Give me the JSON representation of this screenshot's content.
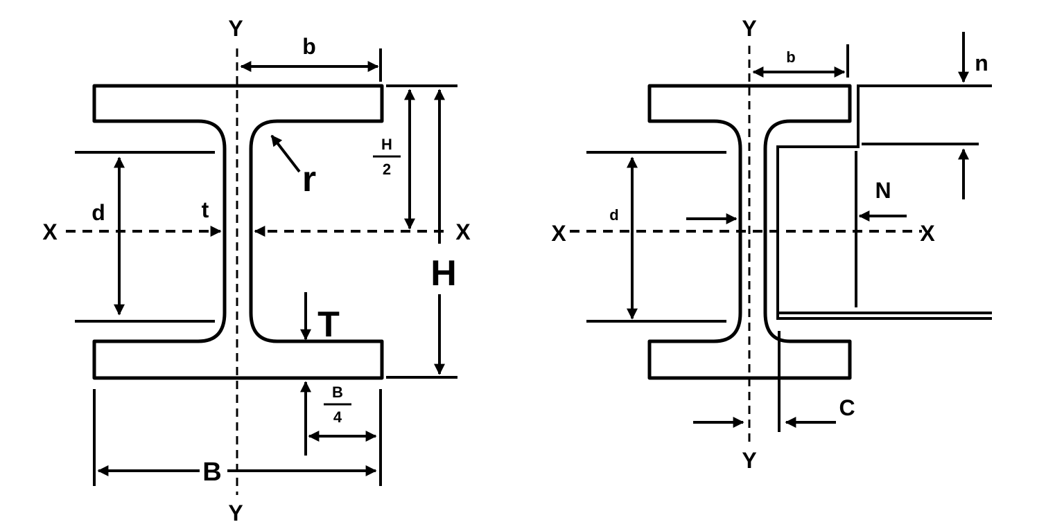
{
  "left_figure": {
    "y_axis_top": "Y",
    "y_axis_bottom": "Y",
    "x_axis_left": "X",
    "x_axis_right": "X",
    "b": "b",
    "r": "r",
    "half_h_num": "H",
    "half_h_den": "2",
    "d": "d",
    "t": "t",
    "h": "H",
    "t_flange": "T",
    "quarter_b_num": "B",
    "quarter_b_den": "4",
    "big_b": "B"
  },
  "right_figure": {
    "y_axis_top": "Y",
    "y_axis_bottom": "Y",
    "x_axis_left": "X",
    "x_axis_right": "X",
    "b": "b",
    "n": "n",
    "N": "N",
    "d": "d",
    "C": "C"
  },
  "colors": {
    "ink": "#000000",
    "background": "#ffffff"
  }
}
